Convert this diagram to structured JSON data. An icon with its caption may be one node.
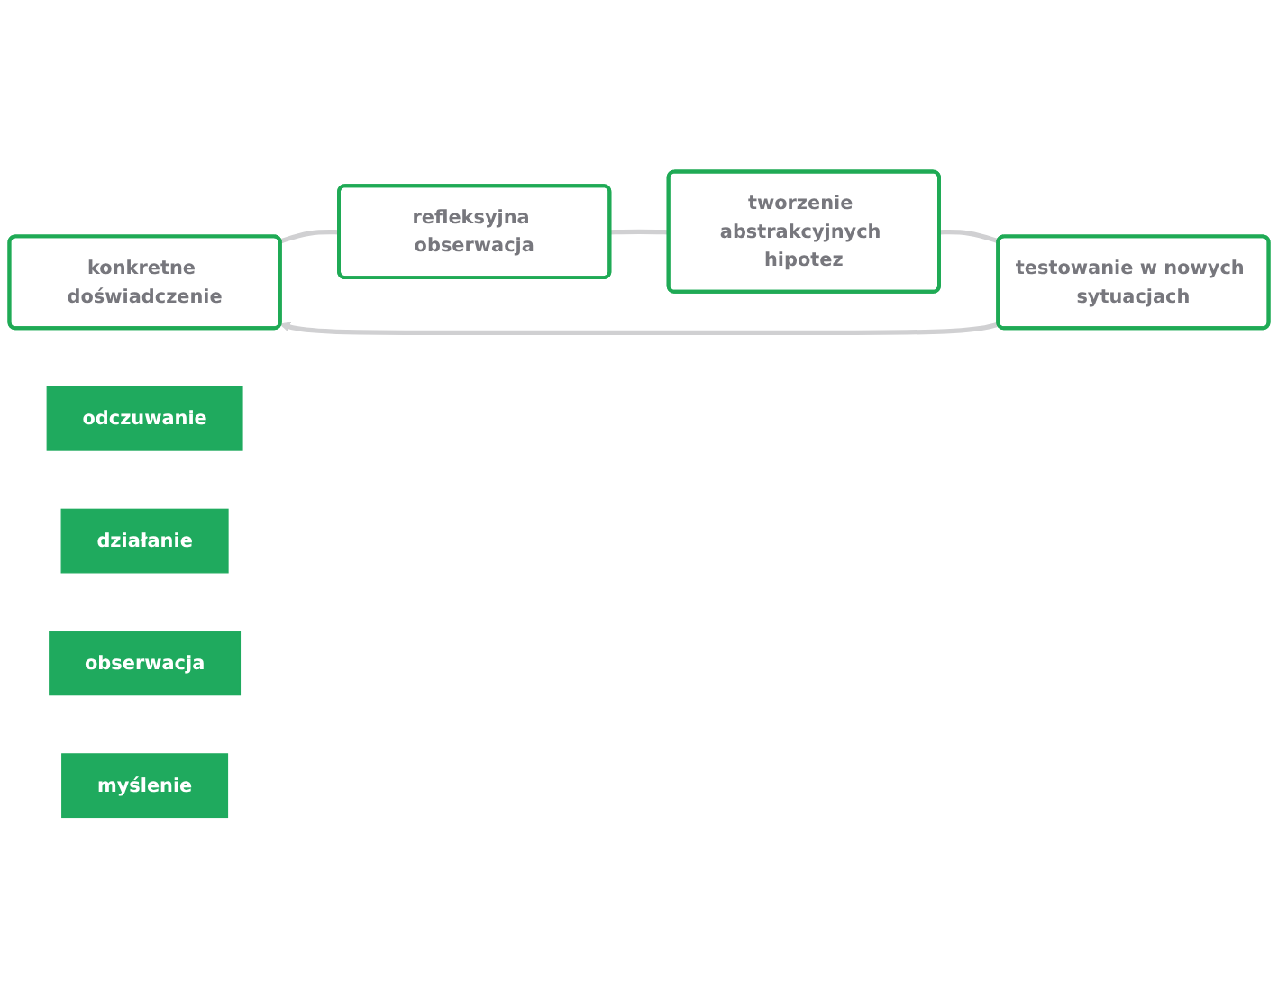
{
  "diagram": {
    "nodes": [
      {
        "text": [
          "konkretne doświadczenie"
        ]
      },
      {
        "text": [
          "refleksyjna obserwacja"
        ]
      },
      {
        "text": [
          "tworzenie abstrakcyjnych hipotez"
        ]
      },
      {
        "text": [
          "testowanie w nowych sytuacjach"
        ]
      },
      {
        "text": [
          "odczuwanie"
        ]
      },
      {
        "text": [
          "działanie"
        ]
      },
      {
        "text": [
          "obserwacja"
        ]
      },
      {
        "text": [
          "myślenie"
        ]
      }
    ],
    "edges": [
      {
        "from": 0,
        "to": 1,
        "arrow": "none"
      },
      {
        "from": 1,
        "to": 2,
        "arrow": "none"
      },
      {
        "from": 2,
        "to": 3,
        "arrow": "none"
      },
      {
        "from": 3,
        "to": 0,
        "arrow": "to"
      }
    ]
  }
}
